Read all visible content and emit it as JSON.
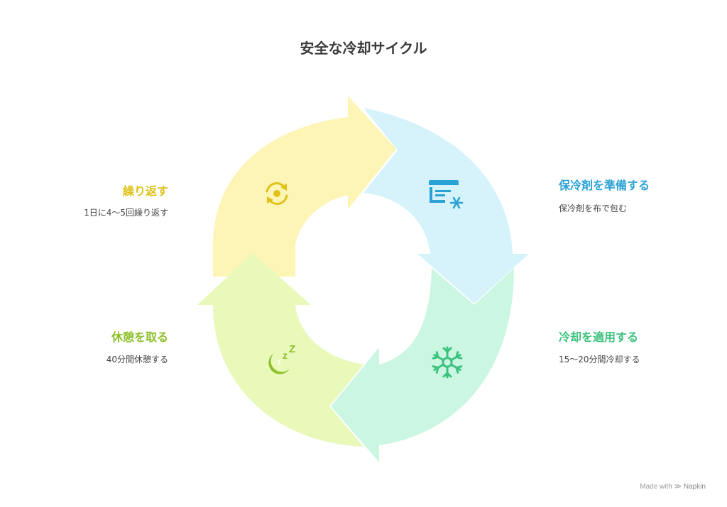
{
  "title": "安全な冷却サイクル",
  "steps": [
    {
      "label": "保冷剤を準備する",
      "desc": "保冷剤を布で包む",
      "color": "#2aa2d6",
      "fill": "#d6f3fc",
      "icon": "cooler-snow-icon"
    },
    {
      "label": "冷却を適用する",
      "desc": "15〜20分間冷却する",
      "color": "#3cc27e",
      "fill": "#cbf7e2",
      "icon": "snowflake-icon"
    },
    {
      "label": "休憩を取る",
      "desc": "40分間休憩する",
      "color": "#8cbf2a",
      "fill": "#e9f9b9",
      "icon": "sleep-moon-icon"
    },
    {
      "label": "繰り返す",
      "desc": "1日に4〜5回繰り返す",
      "color": "#e0c21a",
      "fill": "#fdf5b5",
      "icon": "repeat-icon"
    }
  ],
  "footer": {
    "made_with": "Made with",
    "brand": "Napkin"
  }
}
